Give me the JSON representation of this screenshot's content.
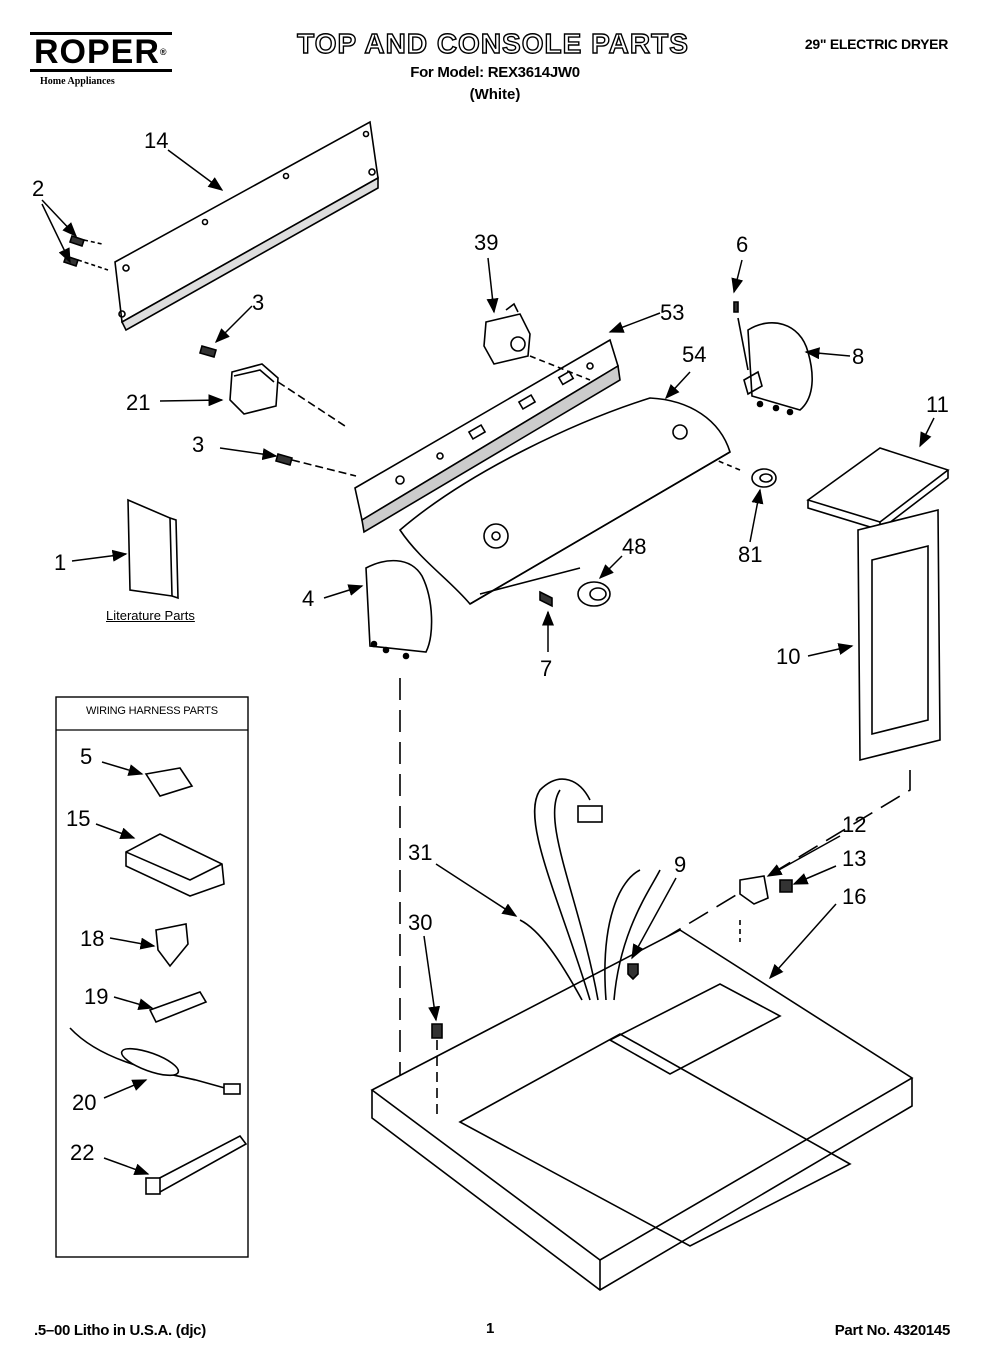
{
  "header": {
    "brand": "ROPER",
    "brand_tm": "®",
    "brand_sub": "Home Appliances",
    "title": "TOP AND CONSOLE PARTS",
    "model_line": "For Model: REX3614JW0",
    "color_line": "(White)",
    "product": "29\" ELECTRIC DRYER"
  },
  "labels": {
    "literature": "Literature Parts",
    "wiring_harness": "WIRING HARNESS PARTS"
  },
  "callouts": [
    "14",
    "2",
    "3",
    "21",
    "3",
    "1",
    "4",
    "39",
    "53",
    "54",
    "6",
    "8",
    "11",
    "81",
    "48",
    "7",
    "10",
    "12",
    "13",
    "16",
    "31",
    "9",
    "30",
    "5",
    "15",
    "18",
    "19",
    "20",
    "22"
  ],
  "footer": {
    "left": ".5–00 Litho in U.S.A. (djc)",
    "page": "1",
    "right": "Part No. 4320145"
  }
}
